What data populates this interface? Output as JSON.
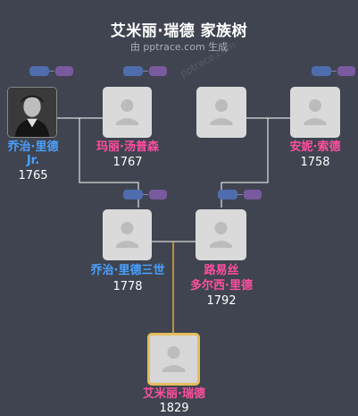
{
  "header": {
    "title": "艾米丽·瑞德 家族树",
    "subtitle": "由 pptrace.com 生成",
    "watermark": "pptrace.com"
  },
  "colors": {
    "background": "#3f4450",
    "male": "#4aa1ff",
    "female": "#ff4fa0",
    "selected_border": "#e6bd5c",
    "line": "#ffffff",
    "highlight_line": "#e6a93a"
  },
  "people": {
    "george": {
      "name": "乔治·里德",
      "suffix": "Jr.",
      "year": "1765",
      "gender": "male"
    },
    "mary": {
      "name": "玛丽·汤普森",
      "year": "1767",
      "gender": "female"
    },
    "anne": {
      "name": "安妮·索德",
      "year": "1758",
      "gender": "female"
    },
    "george3": {
      "name": "乔治·里德三世",
      "year": "1778",
      "gender": "male"
    },
    "louise": {
      "name_line1": "路易丝",
      "name_line2": "多尔西·里德",
      "year": "1792",
      "gender": "female"
    },
    "emily": {
      "name": "艾米丽·瑞德",
      "year": "1829",
      "gender": "female"
    }
  }
}
